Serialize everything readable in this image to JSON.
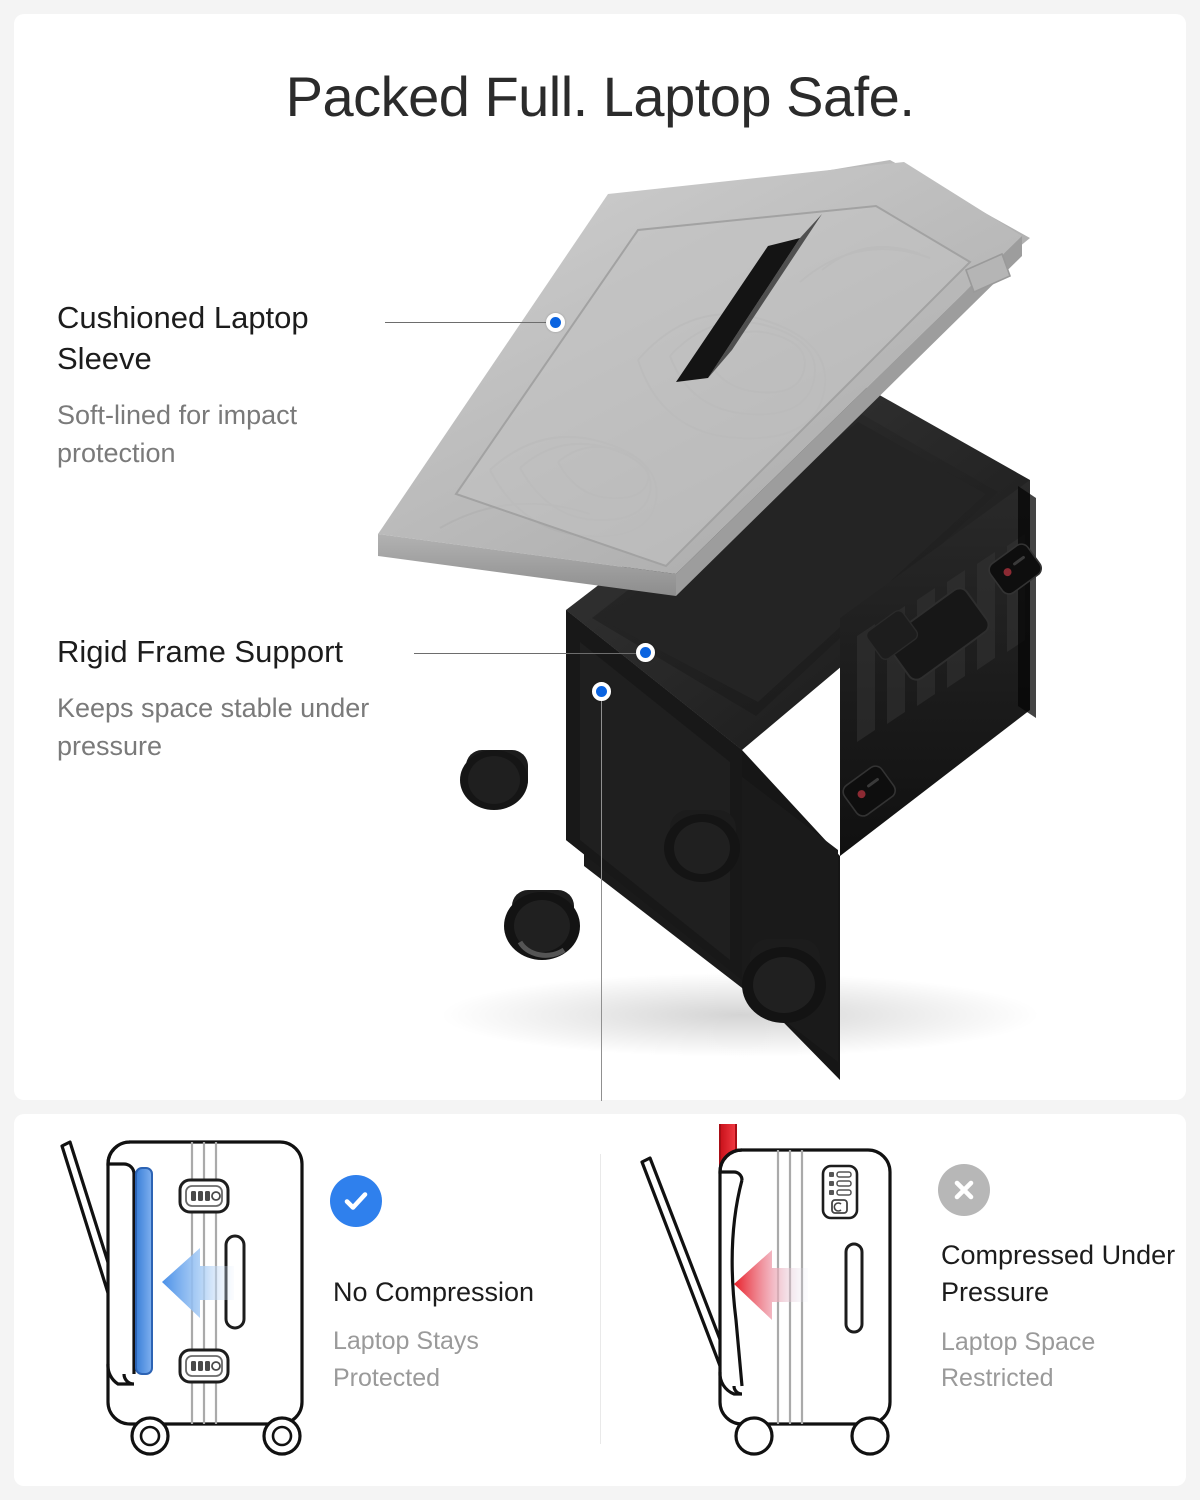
{
  "page": {
    "title": "Packed Full. Laptop Safe.",
    "background_color": "#f4f4f4",
    "card_color": "#ffffff"
  },
  "colors": {
    "accent_blue": "#0a63e0",
    "badge_blue": "#2f80ed",
    "badge_gray": "#b7b7b7",
    "arrow_blue": "#4a90e8",
    "arrow_red": "#e8202a",
    "title_text": "#2b2b2b",
    "body_text": "#1c1c1c",
    "muted_text": "#7a7a7a",
    "sleeve_gray": "#b9b9b9",
    "case_black": "#1a1a1a"
  },
  "callouts": [
    {
      "id": "cushioned-laptop-sleeve",
      "title": "Cushioned Laptop Sleeve",
      "subtitle": "Soft-lined for impact protection",
      "marker": "blue-dot"
    },
    {
      "id": "rigid-frame-support",
      "title": "Rigid Frame Support",
      "subtitle": "Keeps space stable under pressure",
      "marker": "blue-dot"
    }
  ],
  "hero": {
    "product": "hardshell-carry-on-suitcase",
    "sleeve_label": "laptop-sleeve-panel",
    "strap_label": "elastic-retention-strap",
    "wheel_count": 4,
    "lock_count": 2
  },
  "comparison": [
    {
      "id": "no-compression",
      "badge_icon": "check-circle-icon",
      "badge_color": "#2f80ed",
      "title": "No Compression",
      "subtitle": "Laptop Stays Protected",
      "arrow_color": "#4a90e8",
      "sleeve_state": "protected",
      "lock_style": "dual-latch"
    },
    {
      "id": "compressed-under-pressure",
      "badge_icon": "x-circle-icon",
      "badge_color": "#b7b7b7",
      "title": "Compressed Under Pressure",
      "subtitle": "Laptop Space Restricted",
      "arrow_color": "#e8202a",
      "sleeve_state": "squeezed",
      "lock_style": "keypad-dial"
    }
  ]
}
